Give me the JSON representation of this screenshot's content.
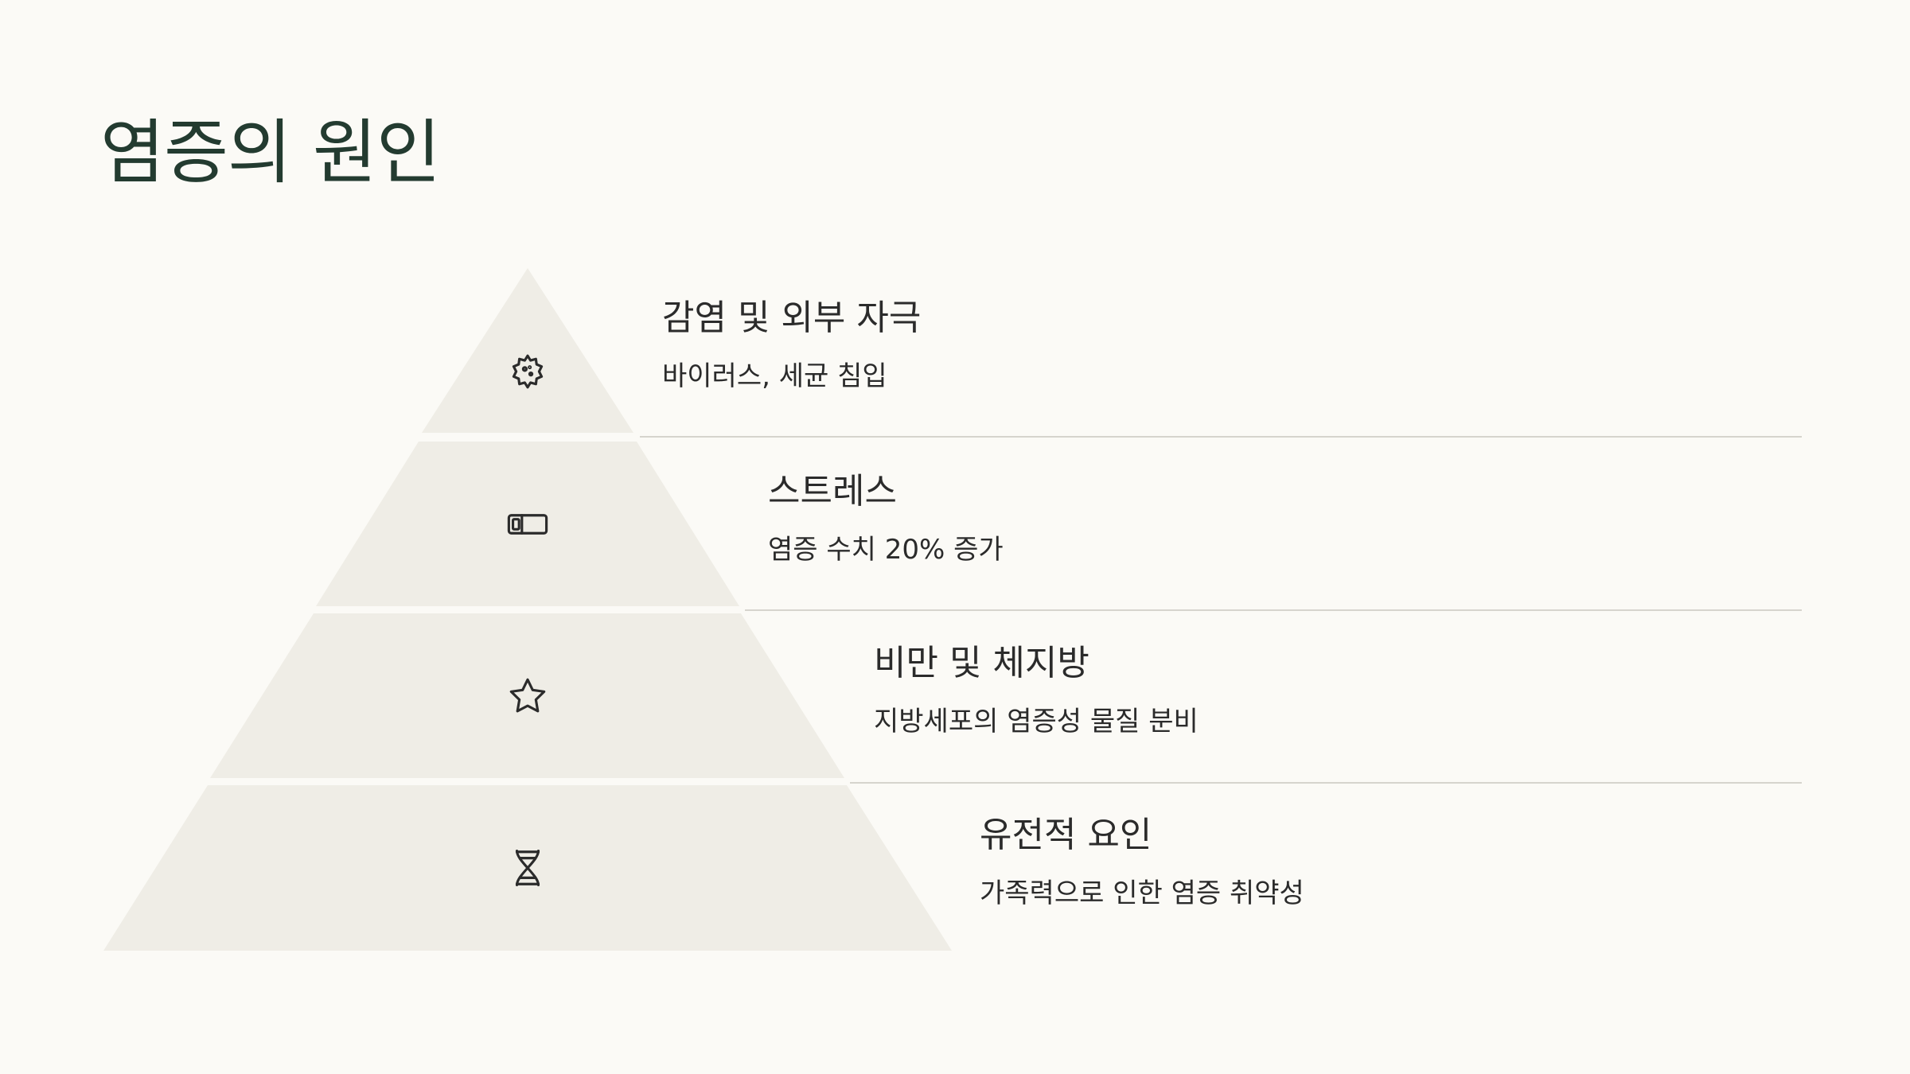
{
  "title": "염증의 원인",
  "colors": {
    "background": "#fbfaf6",
    "pyramid_fill": "#efede6",
    "title_color": "#233b30",
    "text_color": "#2b2b2b",
    "divider_color": "#d6d4cd"
  },
  "tiers": [
    {
      "heading": "감염 및 외부 자극",
      "description": "바이러스, 세균 침입",
      "icon": "virus-icon"
    },
    {
      "heading": "스트레스",
      "description": "염증 수치 20% 증가",
      "icon": "battery-low-icon"
    },
    {
      "heading": "비만 및 체지방",
      "description": "지방세포의 염증성 물질 분비",
      "icon": "star-icon"
    },
    {
      "heading": "유전적 요인",
      "description": "가족력으로 인한 염증 취약성",
      "icon": "dna-icon"
    }
  ]
}
